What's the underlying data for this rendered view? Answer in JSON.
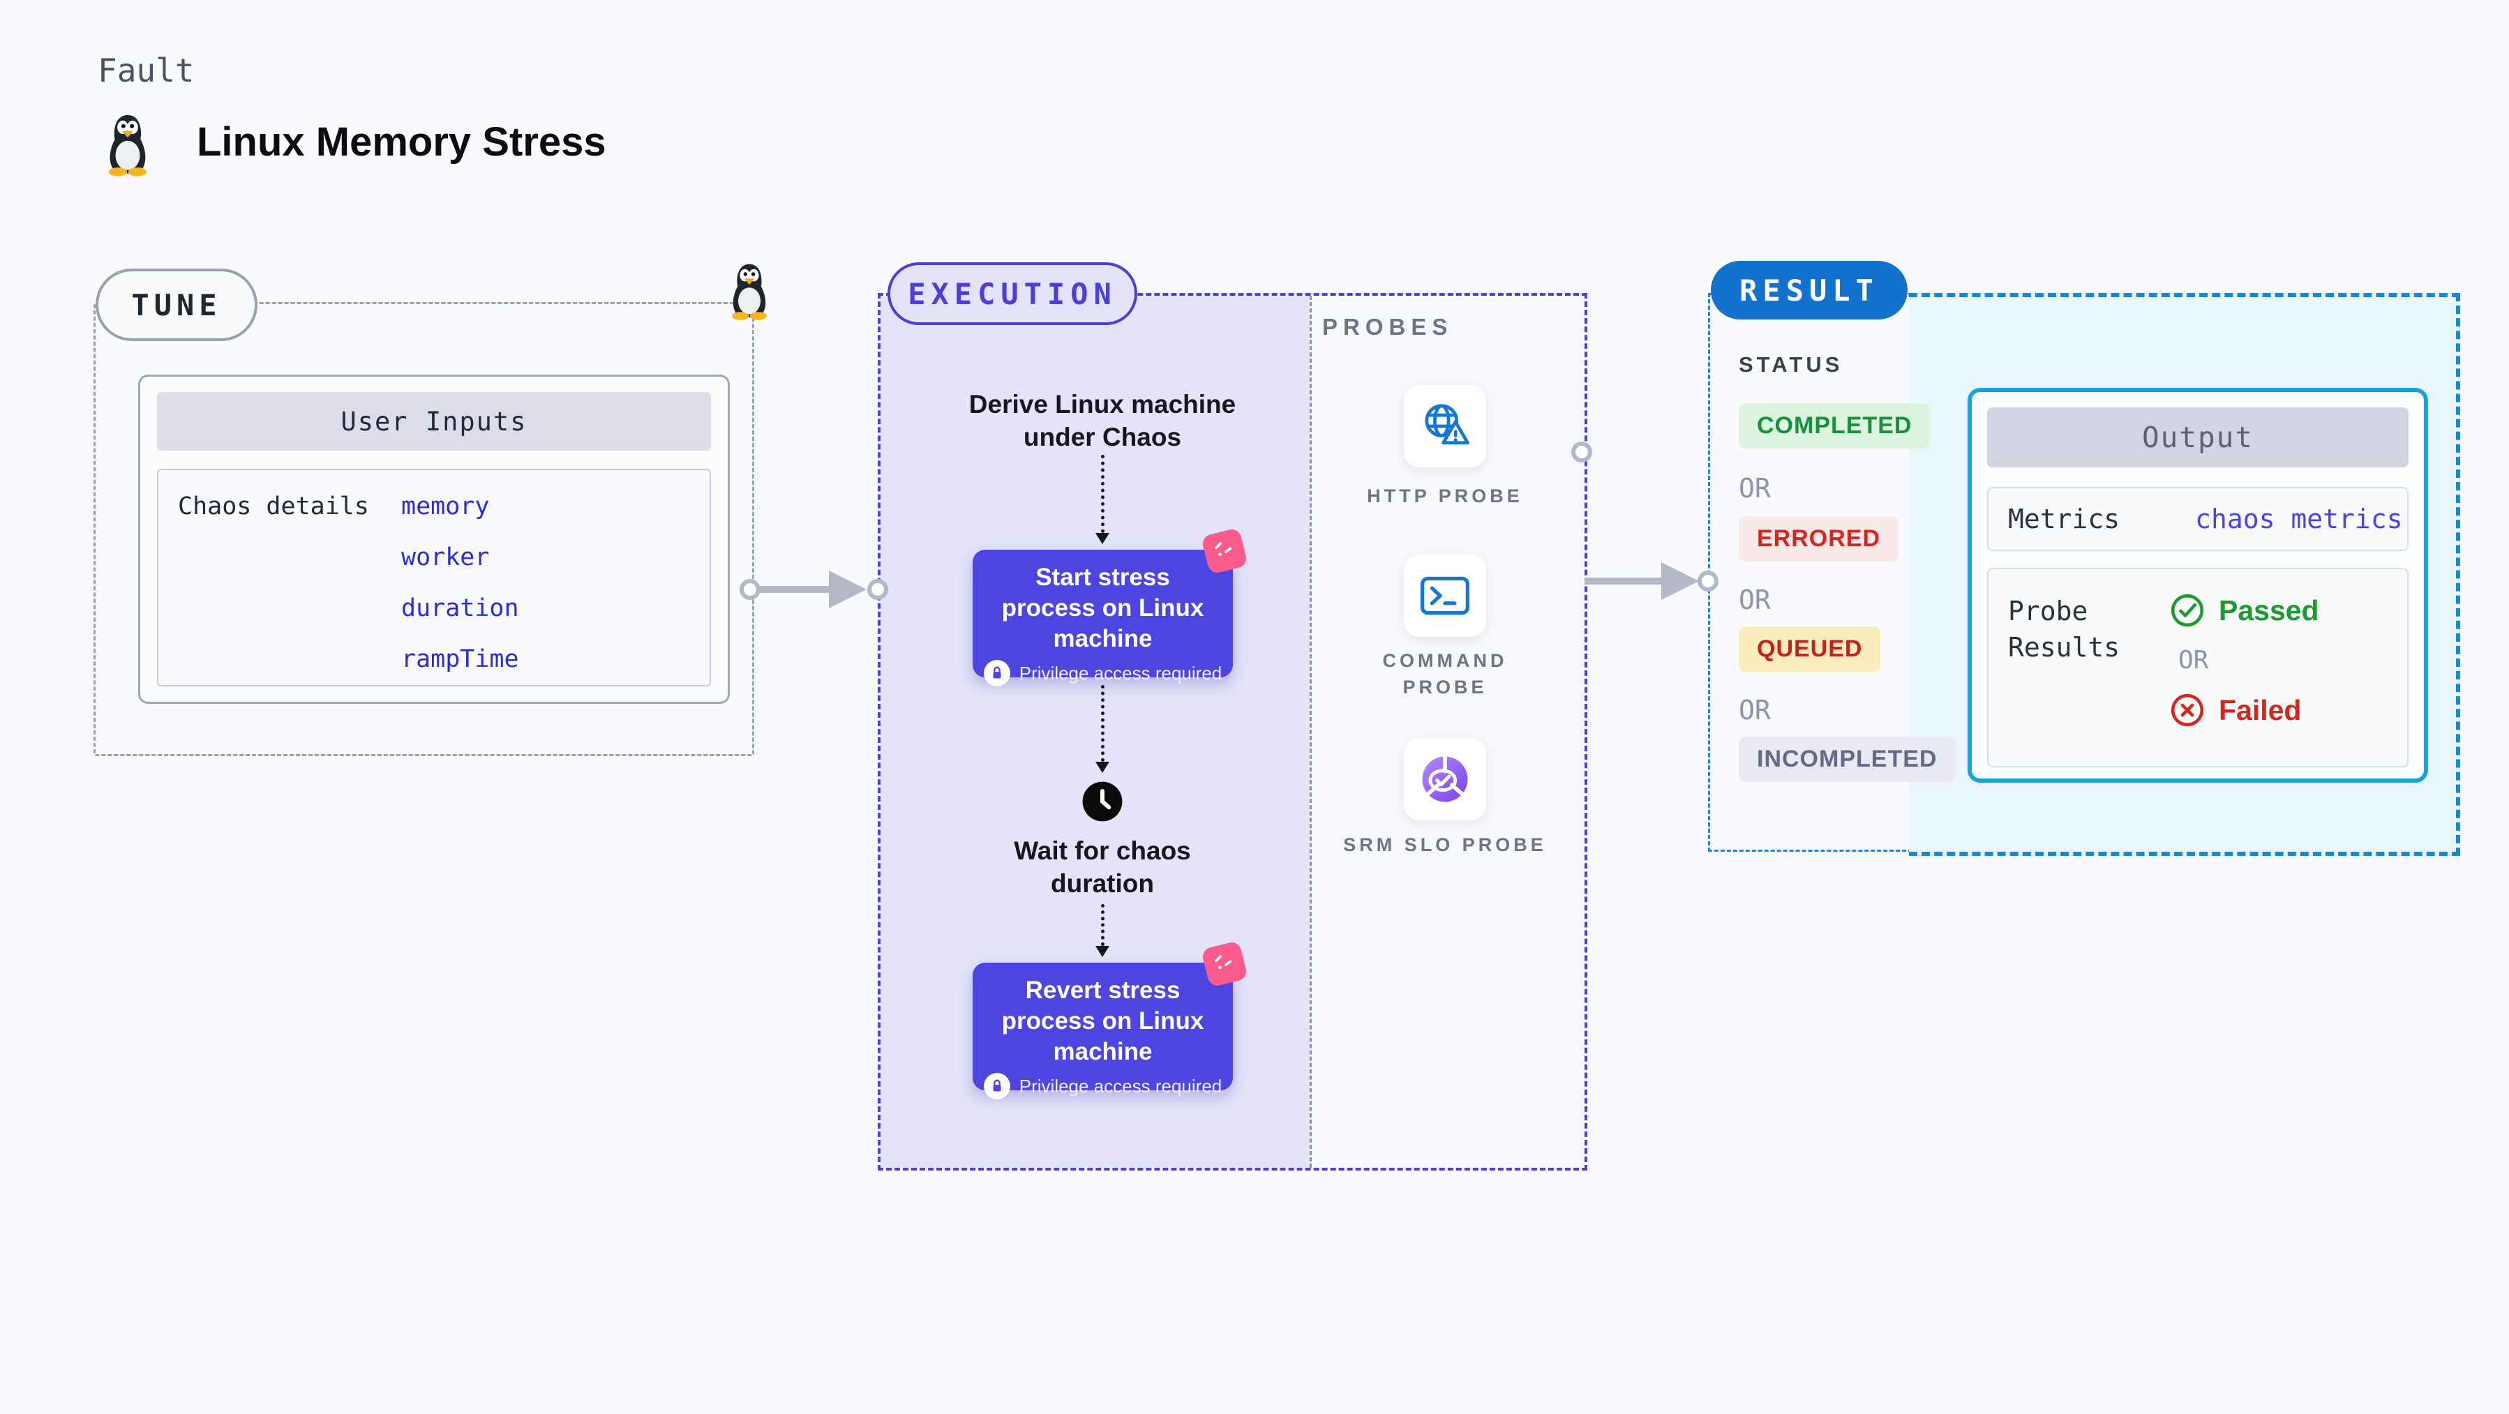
{
  "page": {
    "eyebrow": "Fault",
    "title": "Linux Memory Stress"
  },
  "tune": {
    "badge": "TUNE",
    "card_header": "User Inputs",
    "row_label": "Chaos details",
    "inputs": [
      "memory",
      "worker",
      "duration",
      "rampTime"
    ]
  },
  "execution": {
    "badge": "EXECUTION",
    "derive_label": "Derive Linux machine under Chaos",
    "start_label": "Start stress process on Linux machine",
    "wait_label": "Wait for chaos duration",
    "revert_label": "Revert stress process on Linux machine",
    "privilege_note": "Privilege access required"
  },
  "probes": {
    "title": "PROBES",
    "items": [
      {
        "label": "HTTP PROBE",
        "icon": "globe-warning-icon"
      },
      {
        "label": "COMMAND PROBE",
        "icon": "terminal-icon"
      },
      {
        "label": "SRM SLO PROBE",
        "icon": "slo-pie-check-icon"
      }
    ]
  },
  "result": {
    "badge": "RESULT",
    "status_title": "STATUS",
    "or": "OR",
    "statuses": [
      {
        "label": "COMPLETED",
        "fg": "#17923b",
        "bg": "#dbf3df"
      },
      {
        "label": "ERRORED",
        "fg": "#d22722",
        "bg": "#fbe9e9"
      },
      {
        "label": "QUEUED",
        "fg": "#c32020",
        "bg": "#faecbd"
      },
      {
        "label": "INCOMPLETED",
        "fg": "#656b84",
        "bg": "#e8e9f1"
      }
    ],
    "output": {
      "header": "Output",
      "metrics_label": "Metrics",
      "metrics_value": "chaos metrics",
      "probe_results_label": "Probe Results",
      "passed_label": "Passed",
      "or": "OR",
      "failed_label": "Failed"
    }
  },
  "colors": {
    "page_bg": "#f8fafd",
    "accent_indigo": "#4a40d9",
    "node_indigo": "#4c45e2",
    "lavender_bg": "#e4e3fa",
    "pink_badge": "#fa5a8c",
    "result_pill_blue": "#1272cd",
    "output_border_cyan": "#14a5df",
    "result_dashed_blue": "#1489d8",
    "output_bg": "#eaf6fd",
    "input_link_blue": "#2b2bd8",
    "probe_icon_blue": "#1478d2",
    "srm_purple_from": "#b18cfc",
    "srm_purple_to": "#7b3ff2",
    "success_green": "#1a9b2f",
    "error_red": "#d5261c",
    "arrow_gray": "#b3b7c6"
  }
}
